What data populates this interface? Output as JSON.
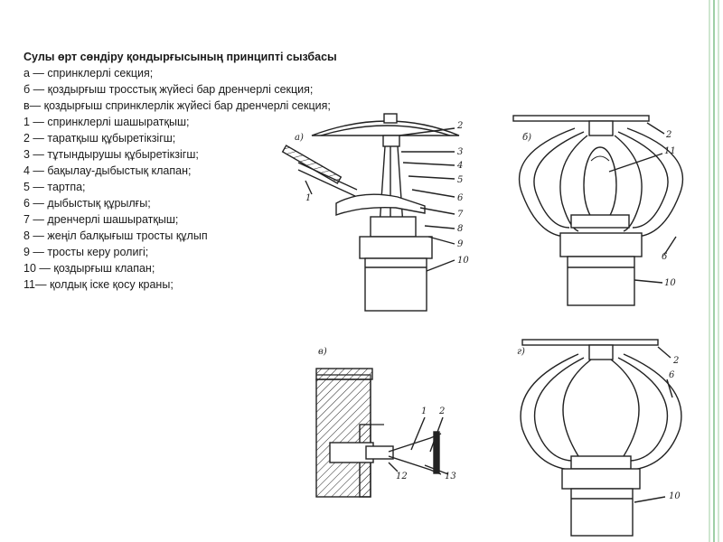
{
  "colors": {
    "background": "#ffffff",
    "text": "#1a1a1a",
    "drawing_stroke": "#222222",
    "stripe_light": "#cfe6d0",
    "stripe_mid": "#9fcfa6"
  },
  "legend": {
    "title": "Сулы өрт сөндіру қондырғысының принципті сызбасы",
    "items": [
      "а — спринклерлі секция;",
      "б — қоздырғыш тросстық жүйесі бар дренчерлі секция;",
      "в— қоздырғыш спринклерлік жүйесі бар дренчерлі секция;",
      "1 — спринклерлі шашыратқыш;",
      "2 — таратқыш құбыретікзігш;",
      "3 — тұтындырушы құбыретікзігш;",
      "4 — бақылау-дыбыстық клапан;",
      "5 — тартпа;",
      "6 — дыбыстық құрылғы;",
      "7 — дренчерлі шашыратқыш;",
      "8 — жеңіл балқығыш тросты құлып",
      "9 — тросты керу ролигі;",
      "10 — қоздырғыш клапан;",
      "11— қолдық іске қосу краны;"
    ]
  },
  "figure_labels": {
    "a": {
      "panel": "а)",
      "numbers": [
        "1",
        "2",
        "3",
        "4",
        "5",
        "6",
        "7",
        "8",
        "9",
        "10"
      ]
    },
    "b": {
      "panel": "б)",
      "numbers": [
        "2",
        "11",
        "6",
        "10"
      ]
    },
    "v": {
      "panel": "в)",
      "numbers": [
        "1",
        "2",
        "12",
        "13"
      ]
    },
    "g": {
      "panel": "г)",
      "numbers": [
        "2",
        "6",
        "10"
      ]
    }
  }
}
